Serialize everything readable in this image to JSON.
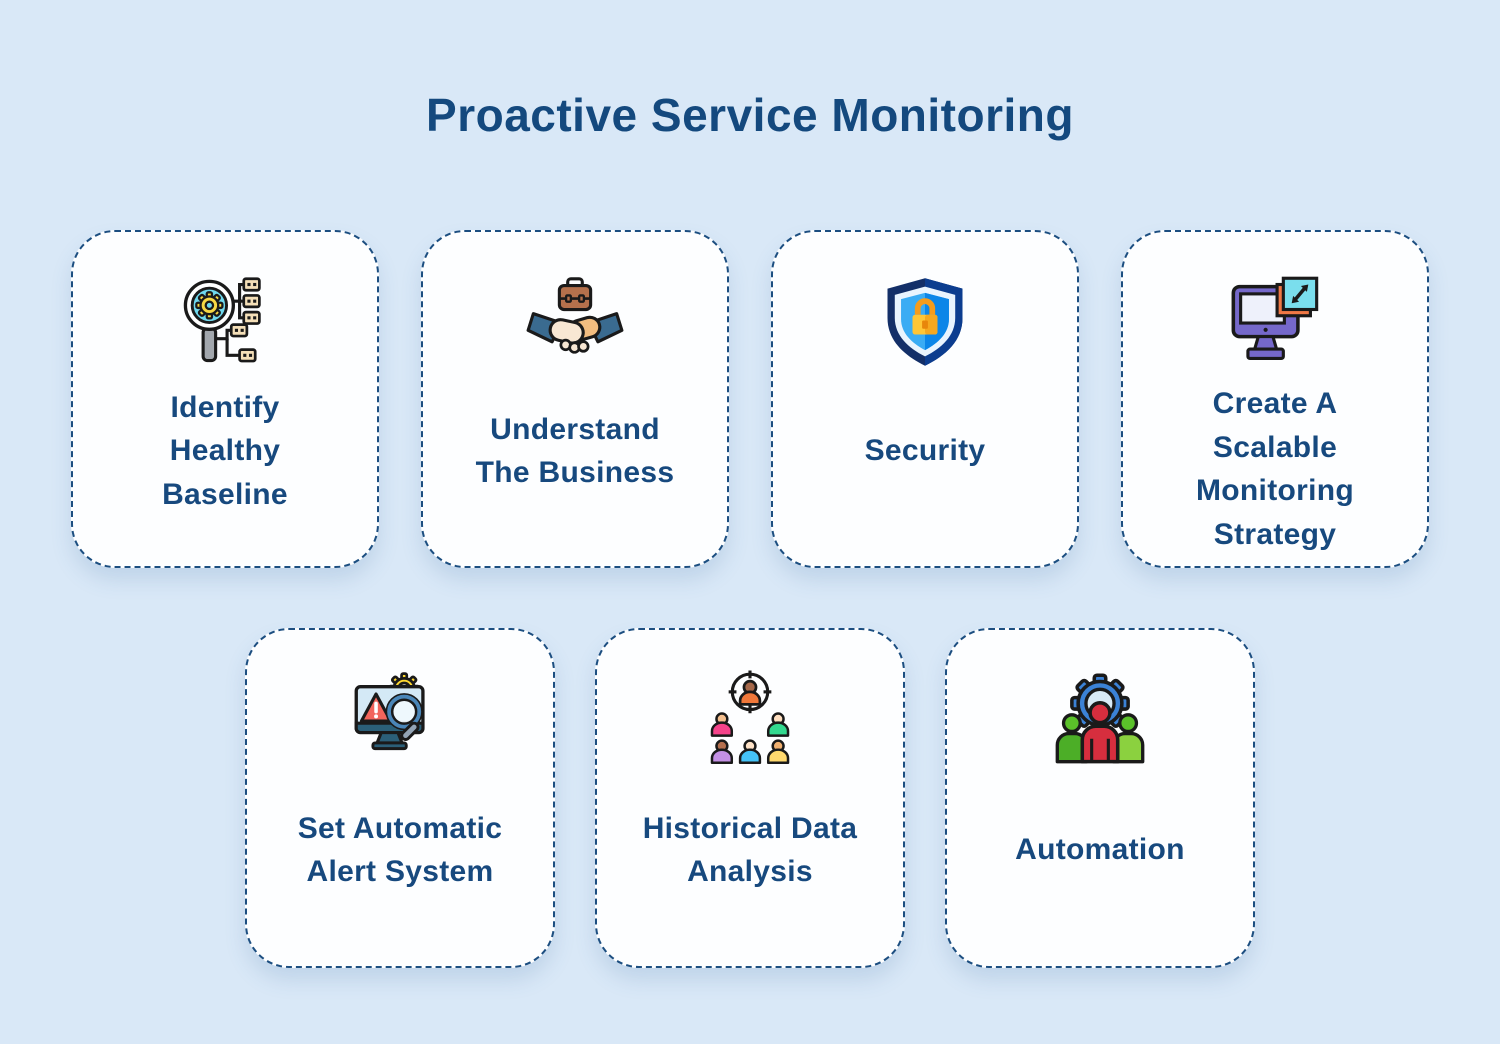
{
  "page": {
    "title": "Proactive Service Monitoring",
    "colors": {
      "background": "#D9E8F7",
      "card_background": "#FDFEFF",
      "card_border": "#1C4E80",
      "text": "#17497E"
    }
  },
  "cards": [
    {
      "label": "Identify\nHealthy\nBaseline",
      "icon": "magnifier-network-icon"
    },
    {
      "label": "Understand\nThe Business",
      "icon": "handshake-briefcase-icon"
    },
    {
      "label": "Security",
      "icon": "shield-lock-icon"
    },
    {
      "label": "Create A\nScalable\nMonitoring\nStrategy",
      "icon": "monitor-scale-icon"
    },
    {
      "label": "Set Automatic\nAlert System",
      "icon": "monitor-alert-search-icon"
    },
    {
      "label": "Historical Data\nAnalysis",
      "icon": "audience-target-icon"
    },
    {
      "label": "Automation",
      "icon": "gear-team-icon"
    }
  ]
}
